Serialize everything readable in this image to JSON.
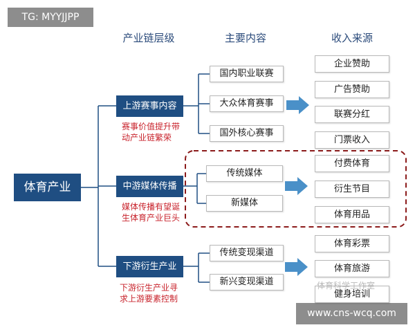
{
  "watermarks": {
    "top_left": "TG: MYYJJPP",
    "bottom_right": "www.cns-wcq.com"
  },
  "column_headers": [
    "产业链层级",
    "主要内容",
    "收入来源"
  ],
  "root": {
    "label": "体育产业"
  },
  "tiers": [
    {
      "label": "上游赛事内容",
      "note": [
        "赛事价值提升带",
        "动产业链繁荣"
      ],
      "contents": [
        "国内职业联赛",
        "大众体育赛事",
        "国外核心赛事"
      ],
      "incomes": [
        "企业赞助",
        "广告赞助",
        "联赛分红",
        "门票收入"
      ]
    },
    {
      "label": "中游媒体传播",
      "note": [
        "媒体传播有望诞",
        "生体育产业巨头"
      ],
      "contents": [
        "传统媒体",
        "新媒体"
      ],
      "incomes": [
        "付费体育",
        "衍生节目",
        "体育用品"
      ]
    },
    {
      "label": "下游衍生产业",
      "note": [
        "下游衍生产业寻",
        "求上游要素控制"
      ],
      "contents": [
        "传统变现渠道",
        "新兴变现渠道"
      ],
      "incomes": [
        "体育彩票",
        "体育旅游",
        "健身培训"
      ]
    }
  ],
  "credit": "体育科学工作室",
  "colors": {
    "box_fill": "#1f4e82",
    "line": "#1f4e82",
    "arrow": "#4a90c8",
    "note": "#c8232c",
    "highlight_border": "#8b1a1a"
  }
}
